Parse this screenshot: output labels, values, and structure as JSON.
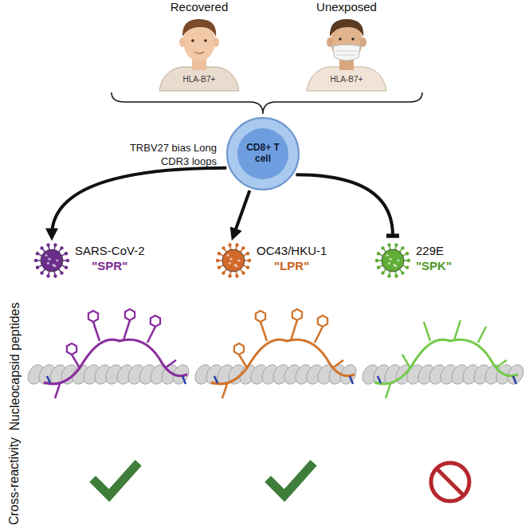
{
  "diagram": {
    "nodes": [
      {
        "text": [
          "Recovered",
          "HLA-B7+"
        ]
      },
      {
        "text": [
          "Unexposed",
          "HLA-B7+"
        ]
      },
      {
        "text": [
          "CD8+ T cell"
        ]
      },
      {
        "text": [
          "SARS-CoV-2",
          "\"SPR\""
        ]
      },
      {
        "text": [
          "OC43/HKU-1",
          "\"LPR\""
        ]
      },
      {
        "text": [
          "229E",
          "\"SPK\""
        ]
      }
    ],
    "edges": [
      {
        "from": 2,
        "to": 3,
        "arrow": "to"
      },
      {
        "from": 2,
        "to": 4,
        "arrow": "to"
      },
      {
        "from": 2,
        "to": 5,
        "arrow": "to"
      }
    ],
    "labels": [
      "TRBV27 bias Long CDR3 loops",
      "Nucleocapsid peptides",
      "Cross-reactivity"
    ]
  }
}
